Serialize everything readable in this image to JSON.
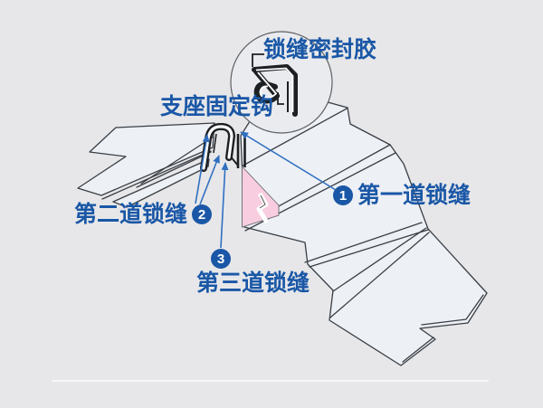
{
  "figure": {
    "callout_sealant": "锁缝密封胶",
    "callout_hook": "支座固定钩",
    "seam1_badge": "1",
    "seam1_label": "第一道锁缝",
    "seam2_label": "第二道锁缝",
    "seam2_badge": "2",
    "seam3_badge": "3",
    "seam3_label": "第三道锁缝"
  },
  "colors": {
    "background": "#e7e7e9",
    "panel_fill": "#edf0f5",
    "panel_line": "#3a3f45",
    "label_blue": "#1a57a6",
    "arrow_blue": "#2f6fc1",
    "badge_blue": "#1a57a6",
    "pink": "#f8cde0",
    "detail_dark": "#1d2023",
    "separator": "#f7f7f8"
  }
}
